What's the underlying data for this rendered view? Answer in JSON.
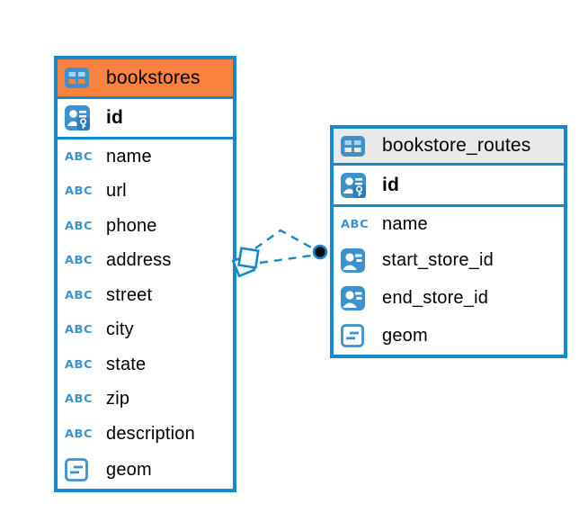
{
  "diagram": {
    "kind": "database-er-diagram",
    "colors": {
      "accent_blue": "#1789CA",
      "icon_blue": "#3B92CE",
      "icon_cell_light": "#A9D4EF",
      "bookstores_header": "#F8823E",
      "routes_header": "#E9E9E9",
      "text": "#000000",
      "key_badge": "#2C7CB9"
    },
    "icon_glyphs": {
      "text_type": "ABC"
    },
    "tables": [
      {
        "name": "bookstores",
        "header_bg": "#F8823E",
        "primary_key": {
          "name": "id",
          "type": "primary-key"
        },
        "columns": [
          {
            "name": "name",
            "type": "text"
          },
          {
            "name": "url",
            "type": "text"
          },
          {
            "name": "phone",
            "type": "text"
          },
          {
            "name": "address",
            "type": "text"
          },
          {
            "name": "street",
            "type": "text"
          },
          {
            "name": "city",
            "type": "text"
          },
          {
            "name": "state",
            "type": "text"
          },
          {
            "name": "zip",
            "type": "text"
          },
          {
            "name": "description",
            "type": "text"
          },
          {
            "name": "geom",
            "type": "geometry"
          }
        ]
      },
      {
        "name": "bookstore_routes",
        "header_bg": "#E9E9E9",
        "primary_key": {
          "name": "id",
          "type": "primary-key"
        },
        "columns": [
          {
            "name": "name",
            "type": "text"
          },
          {
            "name": "start_store_id",
            "type": "reference"
          },
          {
            "name": "end_store_id",
            "type": "reference"
          },
          {
            "name": "geom",
            "type": "geometry"
          }
        ]
      }
    ],
    "relationships": [
      {
        "from": "bookstores",
        "to": "bookstore_routes",
        "style": "dashed",
        "route": "bent"
      },
      {
        "from": "bookstores",
        "to": "bookstore_routes",
        "style": "dashed",
        "route": "direct"
      }
    ]
  }
}
